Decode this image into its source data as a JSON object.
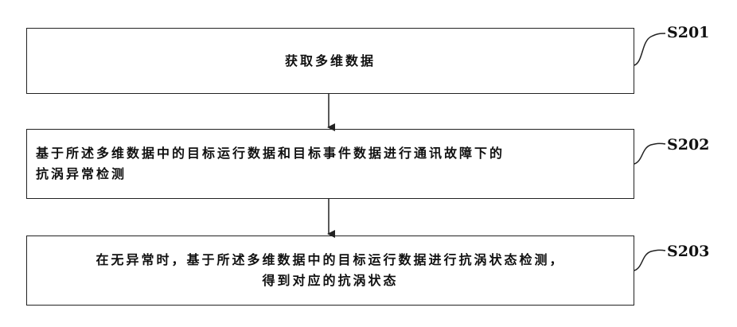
{
  "steps": [
    {
      "id": "S201",
      "text": "获取多维数据"
    },
    {
      "id": "S202",
      "text": "基于所述多维数据中的目标运行数据和目标事件数据进行通讯故障下的\n抗涡异常检测"
    },
    {
      "id": "S203",
      "text": "在无异常时，基于所述多维数据中的目标运行数据进行抗涡状态检测，\n得到对应的抗涡状态"
    }
  ],
  "colors": {
    "stroke": "#222222",
    "text": "#111111"
  }
}
